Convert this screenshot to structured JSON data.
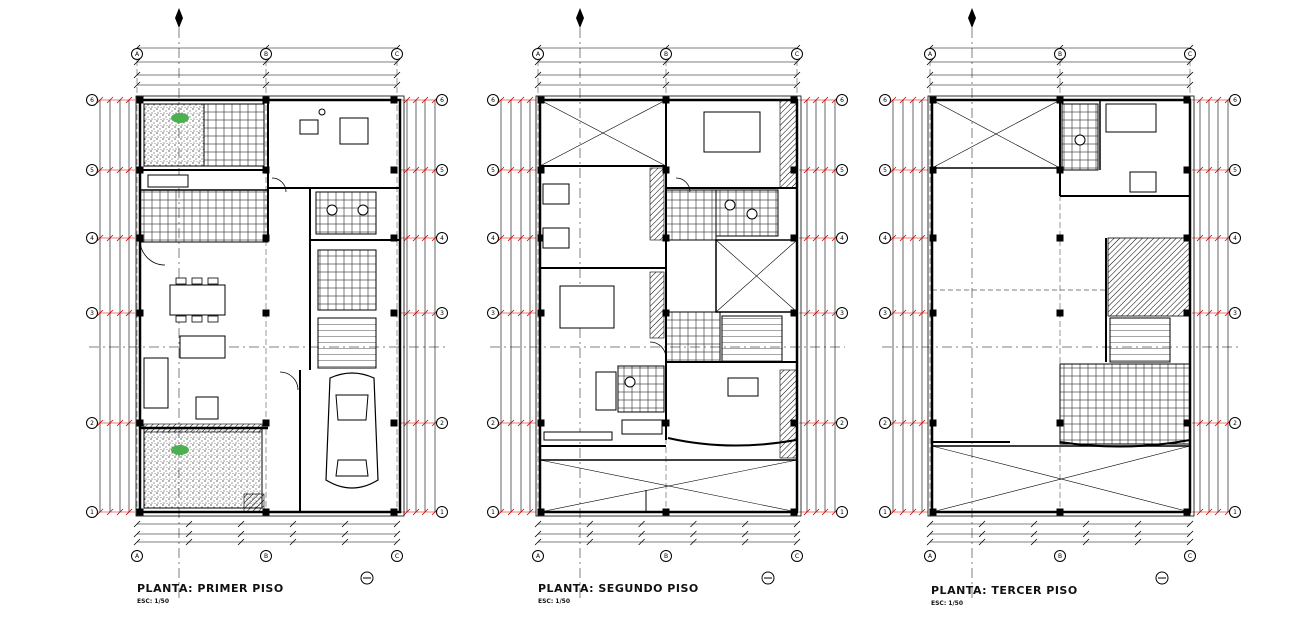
{
  "plans": [
    {
      "title": "PLANTA: PRIMER PISO",
      "scale": "ESC: 1/50"
    },
    {
      "title": "PLANTA: SEGUNDO PISO",
      "scale": "ESC: 1/50"
    },
    {
      "title": "PLANTA: TERCER PISO",
      "scale": "ESC: 1/50"
    }
  ],
  "column_axes": [
    "A",
    "B",
    "C"
  ],
  "row_axes": [
    "6",
    "5",
    "4",
    "3",
    "2",
    "1"
  ],
  "colors": {
    "line": "#000000",
    "dimension": "#cc0000",
    "grass": "#4caf50",
    "paper": "#ffffff"
  }
}
